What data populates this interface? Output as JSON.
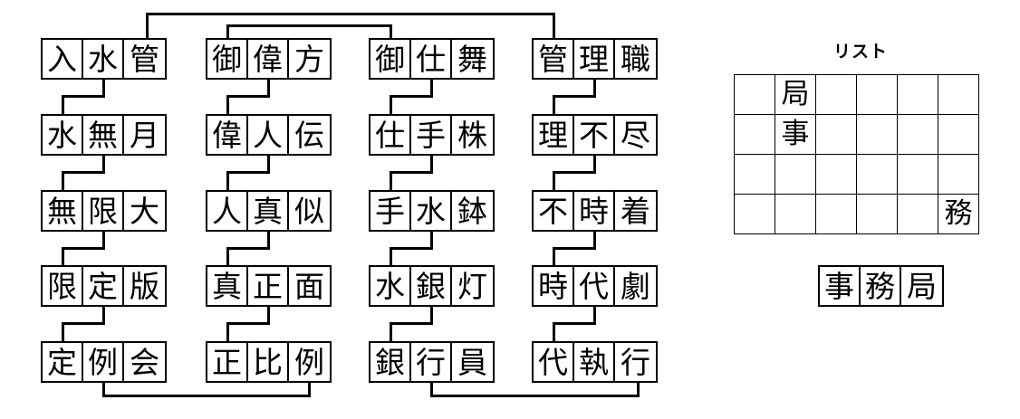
{
  "puzzle": {
    "type": "kanji-word-chain",
    "columns": [
      {
        "id": "column-1",
        "words": [
          "入水管",
          "水無月",
          "無限大",
          "限定版",
          "定例会"
        ]
      },
      {
        "id": "column-2",
        "words": [
          "御偉方",
          "偉人伝",
          "人真似",
          "真正面",
          "正比例"
        ]
      },
      {
        "id": "column-3",
        "words": [
          "御仕舞",
          "仕手株",
          "手水鉢",
          "水銀灯",
          "銀行員"
        ]
      },
      {
        "id": "column-4",
        "words": [
          "管理職",
          "理不尽",
          "不時着",
          "時代劇",
          "代執行"
        ]
      }
    ]
  },
  "list_panel": {
    "title": "リスト",
    "grid": {
      "rows": 4,
      "cols": 6,
      "cells": [
        [
          "",
          "局",
          "",
          "",
          "",
          ""
        ],
        [
          "",
          "事",
          "",
          "",
          "",
          ""
        ],
        [
          "",
          "",
          "",
          "",
          "",
          ""
        ],
        [
          "",
          "",
          "",
          "",
          "",
          "務"
        ]
      ]
    },
    "answer_word": [
      "事",
      "務",
      "局"
    ]
  },
  "style": {
    "line_color": "#000000",
    "background": "#ffffff",
    "text_color": "#000000"
  }
}
